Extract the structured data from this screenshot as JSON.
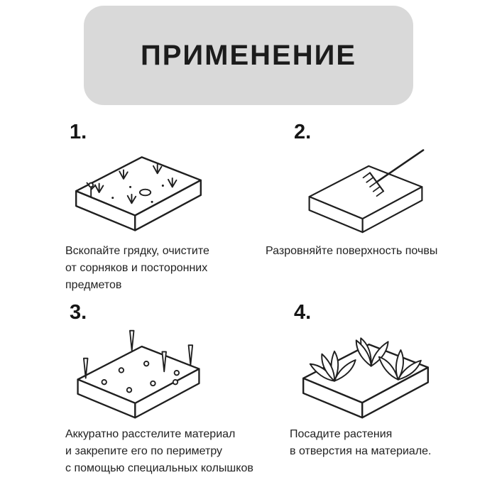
{
  "colors": {
    "background": "#ffffff",
    "panel": "#d9d9d9",
    "ink": "#1f1f1f"
  },
  "header": {
    "title": "ПРИМЕНЕНИЕ"
  },
  "steps": [
    {
      "number": "1.",
      "icon": "garden-bed-weeds-icon",
      "caption": "Вскопайте грядку, очистите\nот сорняков и посторонних\nпредметов"
    },
    {
      "number": "2.",
      "icon": "garden-bed-rake-icon",
      "caption": "Разровняйте поверхность почвы"
    },
    {
      "number": "3.",
      "icon": "garden-bed-material-pegs-icon",
      "caption": "Аккуратно расстелите материал\nи закрепите его по периметру\nс помощью специальных колышков"
    },
    {
      "number": "4.",
      "icon": "garden-bed-plants-icon",
      "caption": "Посадите растения\nв отверстия на материале."
    }
  ]
}
